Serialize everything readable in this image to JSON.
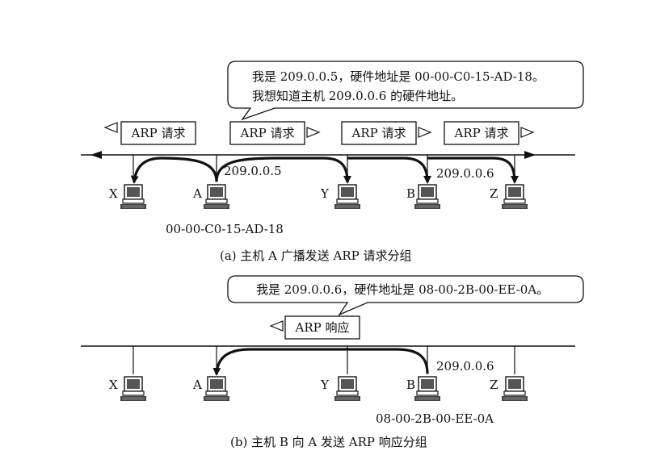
{
  "diagram_a": {
    "bubble_line1": "我是 209.0.0.5，硬件地址是 00-00-C0-15-AD-18。",
    "bubble_line2": "我想知道主机 209.0.0.6 的硬件地址。",
    "packet_label": "ARP 请求",
    "hosts": [
      "X",
      "A",
      "Y",
      "B",
      "Z"
    ],
    "ip_a": "209.0.0.5",
    "ip_b": "209.0.0.6",
    "mac_a": "00-00-C0-15-AD-18",
    "caption": "(a) 主机 A 广播发送 ARP 请求分组"
  },
  "diagram_b": {
    "bubble_line1": "我是 209.0.0.6，硬件地址是 08-00-2B-00-EE-0A。",
    "packet_label": "ARP 响应",
    "hosts": [
      "X",
      "A",
      "Y",
      "B",
      "Z"
    ],
    "ip_b": "209.0.0.6",
    "mac_b": "08-00-2B-00-EE-0A",
    "caption": "(b) 主机 B 向 A 发送 ARP 响应分组"
  }
}
